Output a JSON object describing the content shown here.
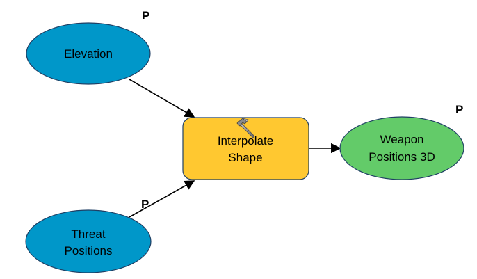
{
  "diagram": {
    "nodes": {
      "elevation": {
        "lines": [
          "Elevation"
        ],
        "kind": "input-variable",
        "fill": "#0097C9",
        "param_flag": "P"
      },
      "threat_positions": {
        "lines": [
          "Threat",
          "Positions"
        ],
        "kind": "input-variable",
        "fill": "#0097C9",
        "param_flag": "P"
      },
      "interpolate_shape": {
        "lines": [
          "Interpolate",
          "Shape"
        ],
        "kind": "tool",
        "fill": "#FFC830",
        "icon": "hammer-icon"
      },
      "weapon_positions_3d": {
        "lines": [
          "Weapon",
          "Positions 3D"
        ],
        "kind": "output-data",
        "fill": "#63CB69",
        "param_flag": "P"
      }
    },
    "connectors": [
      {
        "from": "elevation",
        "to": "interpolate_shape"
      },
      {
        "from": "threat_positions",
        "to": "interpolate_shape"
      },
      {
        "from": "interpolate_shape",
        "to": "weapon_positions_3d"
      }
    ]
  }
}
